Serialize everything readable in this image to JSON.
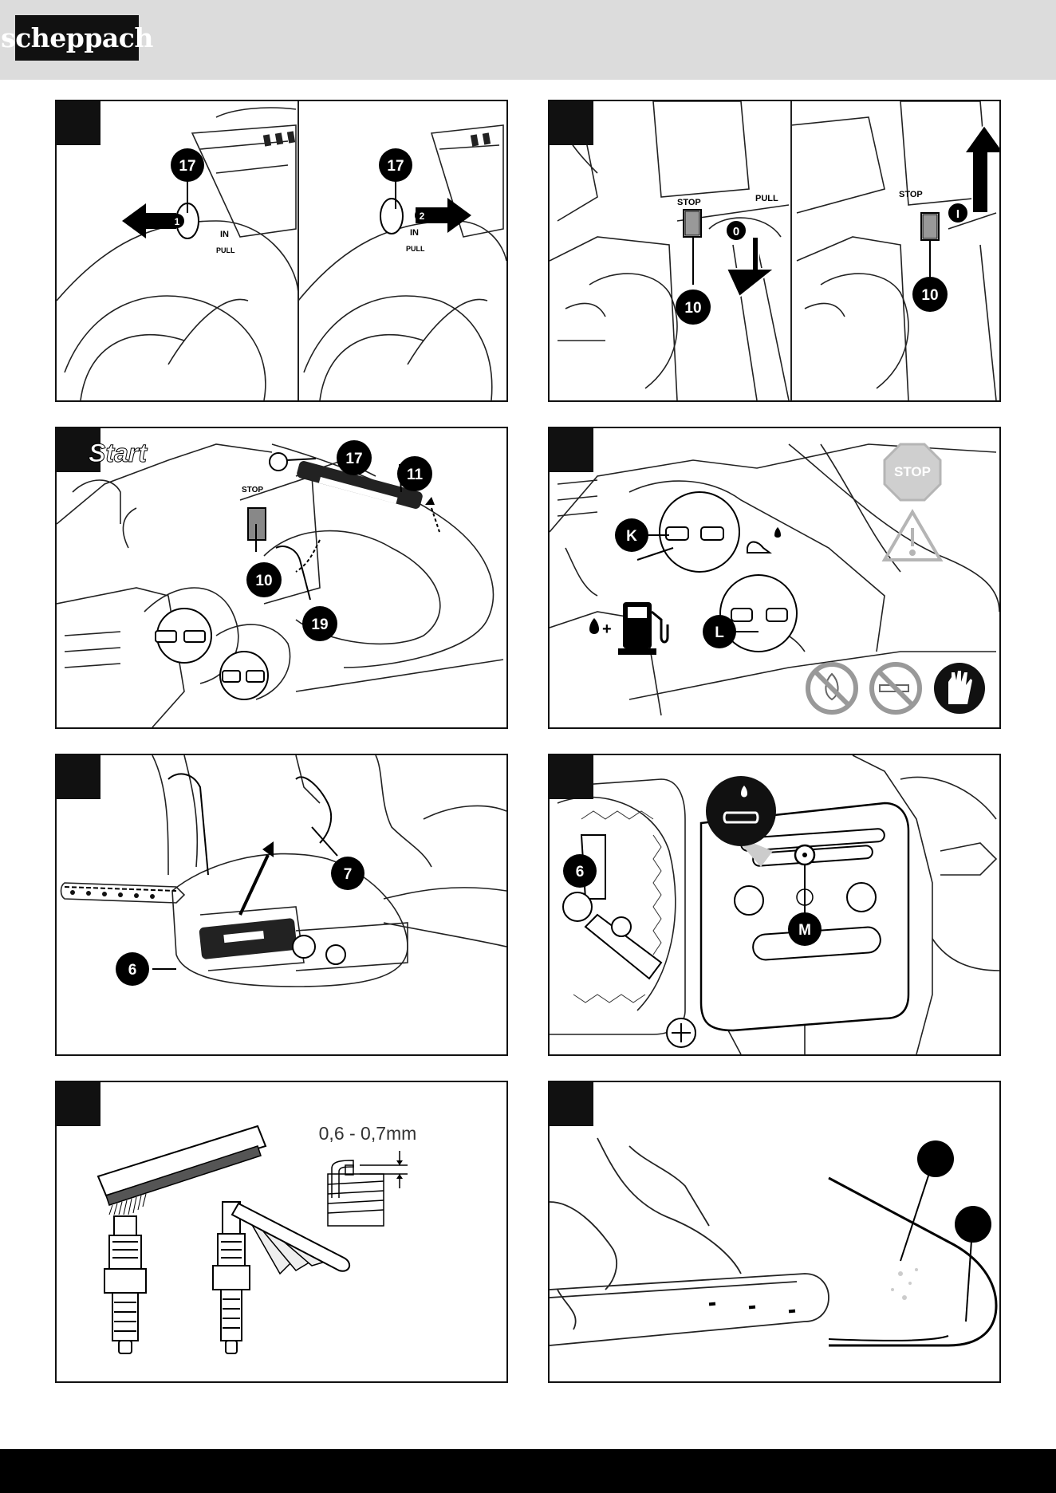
{
  "brand": {
    "logo_text": "scheppach"
  },
  "panels": {
    "p1": {
      "callout_main": "17",
      "arrow_left_num": "1",
      "arrow_right_num": "2",
      "label_in": "IN",
      "label_pull": "PULL"
    },
    "p2": {
      "label_stop": "STOP",
      "label_pull": "PULL",
      "pos_off": "0",
      "pos_on": "I",
      "callout_switch": "10"
    },
    "p3": {
      "label_start": "Start",
      "label_stop": "STOP",
      "callout_17": "17",
      "callout_11": "11",
      "callout_10": "10",
      "callout_19": "19"
    },
    "p4": {
      "sign_stop": "STOP",
      "callout_k": "K",
      "callout_l": "L"
    },
    "p5": {
      "callout_7": "7",
      "callout_6": "6"
    },
    "p6": {
      "callout_6": "6",
      "callout_m": "M"
    },
    "p7": {
      "gap_text": "0,6 - 0,7mm"
    }
  },
  "colors": {
    "ink": "#111111",
    "header_bg": "#dcdcdc",
    "footer_bg": "#000000",
    "sign_gray": "#b5b5b5"
  }
}
